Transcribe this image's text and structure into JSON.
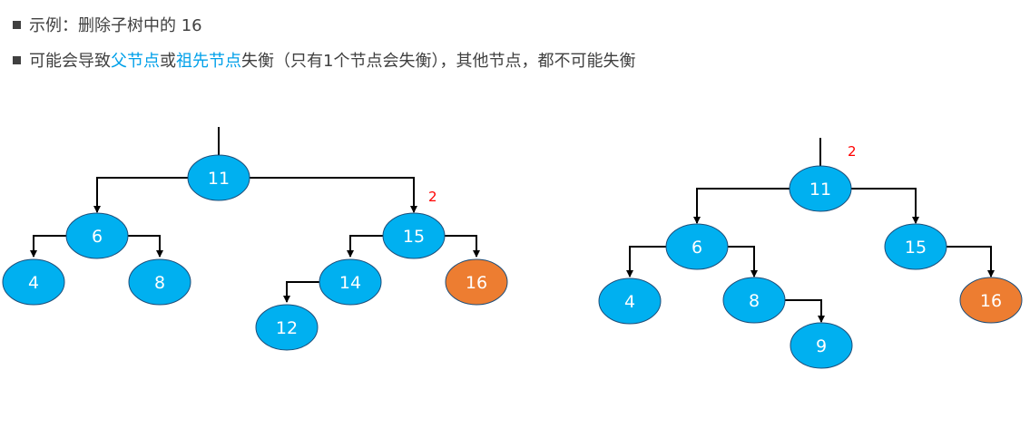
{
  "text": {
    "line1": "示例：删除子树中的 16",
    "line2_prefix": "可能会导致",
    "line2_parent": "父节点",
    "line2_or": "或",
    "line2_ancestor": "祖先节点",
    "line2_suffix": "失衡（只有1个节点会失衡），其他节点，都不可能失衡"
  },
  "colors": {
    "node_blue": "#00b0f0",
    "node_orange": "#ed7d31",
    "node_border": "#1f4e79",
    "highlight_text": "#00a0e9",
    "balance_factor": "#ff0000"
  },
  "left_tree": {
    "nodes": {
      "n11": "11",
      "n6": "6",
      "n15": "15",
      "n4": "4",
      "n8": "8",
      "n14": "14",
      "n16": "16",
      "n12": "12"
    },
    "balance_factor": "2",
    "highlighted_node": "16"
  },
  "right_tree": {
    "nodes": {
      "n11": "11",
      "n6": "6",
      "n15": "15",
      "n4": "4",
      "n8": "8",
      "n16": "16",
      "n9": "9"
    },
    "balance_factor": "2",
    "highlighted_node": "16"
  }
}
